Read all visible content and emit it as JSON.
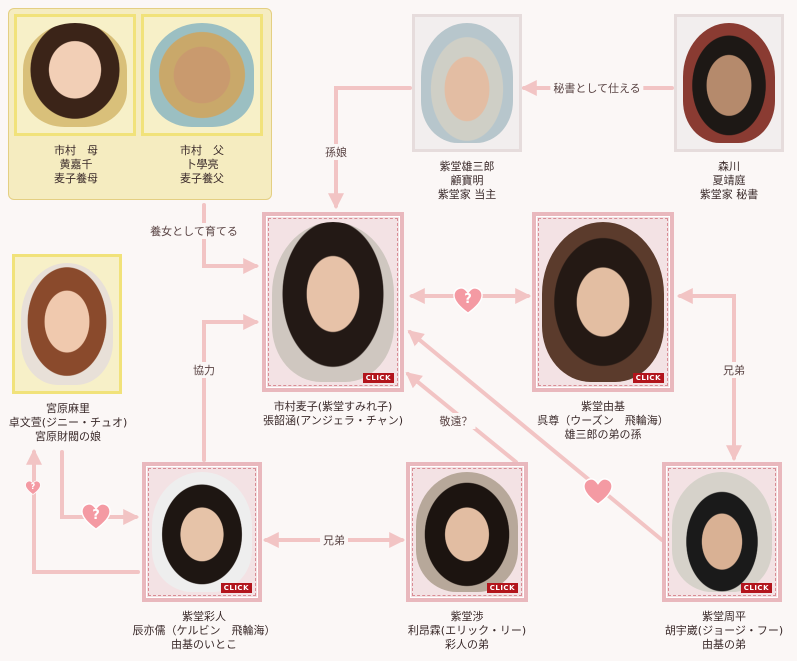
{
  "colors": {
    "line": "#f2c4c4",
    "heart": "#f49aa3",
    "group_bg": "#f5ecc0",
    "click_bg": "#b2141c"
  },
  "click_label": "CLICK",
  "characters": {
    "ichimura_mother": {
      "lines": [
        "市村　母",
        "黄嘉千",
        "麦子養母"
      ],
      "icon": "woman-portrait"
    },
    "ichimura_father": {
      "lines": [
        "市村　父",
        "卜學亮",
        "麦子養父"
      ],
      "icon": "man-portrait"
    },
    "shidou_yuzaburo": {
      "lines": [
        "紫堂雄三郎",
        "顧寶明",
        "紫堂家 当主"
      ],
      "icon": "elderly-man-portrait"
    },
    "morikawa": {
      "lines": [
        "森川",
        "夏靖庭",
        "紫堂家 秘書"
      ],
      "icon": "man-portrait"
    },
    "miyahara_mari": {
      "lines": [
        "宮原麻里",
        "卓文萱(ジニー・チュオ)",
        "宮原財閥の娘"
      ],
      "icon": "woman-portrait"
    },
    "ichimura_mugiko": {
      "lines": [
        "市村麦子(紫堂すみれ子)",
        "張韶涵(アンジェラ・チャン)"
      ],
      "icon": "woman-portrait"
    },
    "shidou_yuki": {
      "lines": [
        "紫堂由基",
        "呉尊（ウーズン　飛輪海）",
        "雄三郎の弟の孫"
      ],
      "icon": "man-portrait"
    },
    "shidou_ayato": {
      "lines": [
        "紫堂彩人",
        "辰亦儒（ケルビン　飛輪海）",
        "由基のいとこ"
      ],
      "icon": "man-portrait"
    },
    "shidou_wataru": {
      "lines": [
        "紫堂渉",
        "利昂霖(エリック・リー)",
        "彩人の弟"
      ],
      "icon": "man-portrait"
    },
    "shidou_shuhei": {
      "lines": [
        "紫堂周平",
        "胡宇崴(ジョージ・フー)",
        "由基の弟"
      ],
      "icon": "man-in-cap-portrait"
    }
  },
  "relations": {
    "secretary": "秘書として仕える",
    "granddaughter": "孫娘",
    "adopted": "養女として育てる",
    "cooperation": "協力",
    "brothers_right": "兄弟",
    "brothers_bottom": "兄弟",
    "respect": "敬遠？"
  },
  "hearts": {
    "main": {
      "icon": "heart-icon",
      "mark": "?"
    },
    "ayato": {
      "icon": "heart-icon",
      "mark": "?"
    },
    "mari": {
      "icon": "heart-icon",
      "mark": "?"
    },
    "shuhei": {
      "icon": "heart-icon",
      "mark": ""
    }
  }
}
